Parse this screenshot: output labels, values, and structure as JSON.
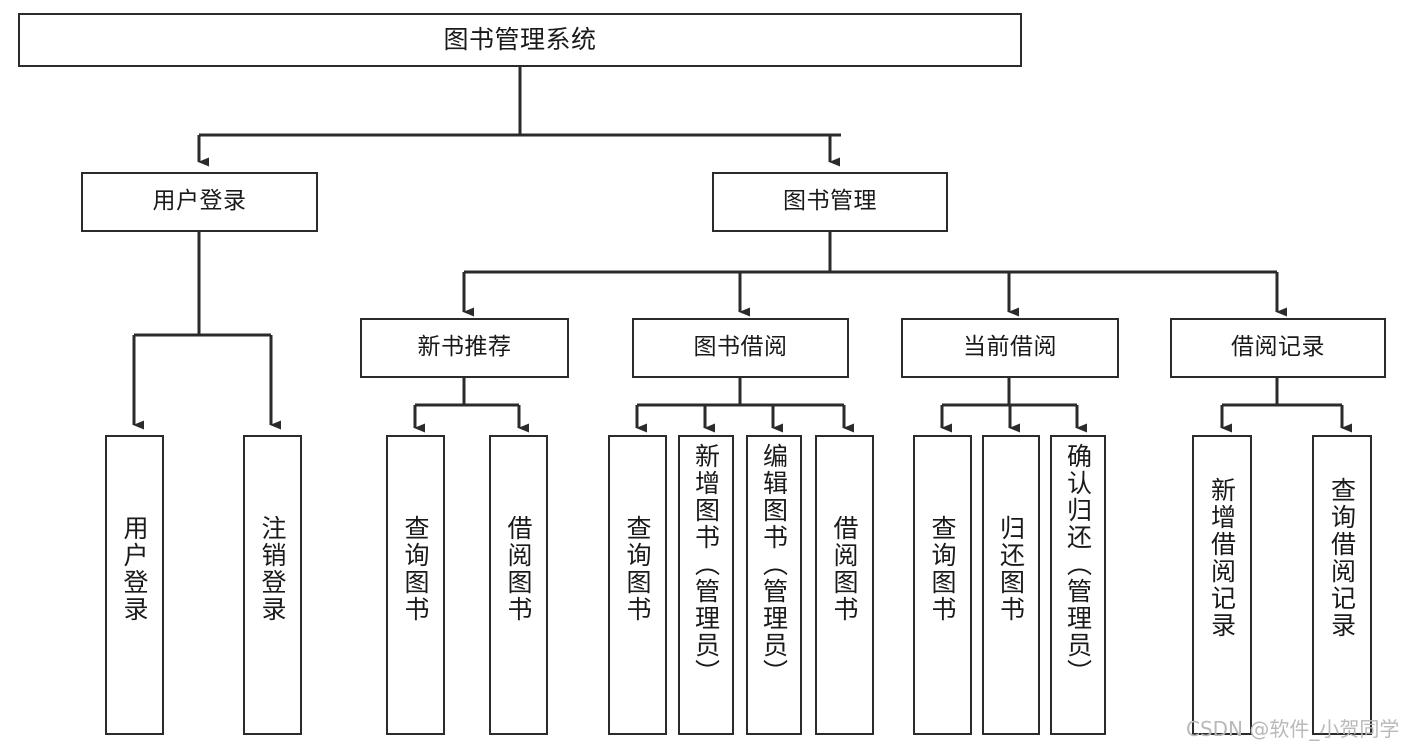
{
  "diagram": {
    "type": "tree-hierarchy-flowchart",
    "orientation": "top-down",
    "title": "图书管理系统",
    "watermark": "CSDN @软件_小贺同学",
    "colors": {
      "background": "#ffffff",
      "box_border": "#2b2b2b",
      "box_fill": "#ffffff",
      "connector": "#2b2b2b",
      "text": "#1a1a1a",
      "watermark": "#b9b9b9"
    },
    "levels": {
      "root": {
        "id": "root",
        "label": "图书管理系统",
        "text_direction": "horizontal"
      },
      "level1": [
        {
          "id": "user-login",
          "label": "用户登录",
          "text_direction": "horizontal"
        },
        {
          "id": "book-management",
          "label": "图书管理",
          "text_direction": "horizontal"
        }
      ],
      "level2": [
        {
          "id": "new-book-recommend",
          "label": "新书推荐",
          "parent": "book-management",
          "text_direction": "horizontal"
        },
        {
          "id": "book-borrow",
          "label": "图书借阅",
          "parent": "book-management",
          "text_direction": "horizontal"
        },
        {
          "id": "current-borrow",
          "label": "当前借阅",
          "parent": "book-management",
          "text_direction": "horizontal"
        },
        {
          "id": "borrow-record",
          "label": "借阅记录",
          "parent": "book-management",
          "text_direction": "horizontal"
        }
      ],
      "leaves": [
        {
          "id": "leaf-user-login",
          "label": "用户登录",
          "parent": "user-login",
          "text_direction": "vertical"
        },
        {
          "id": "leaf-logout",
          "label": "注销登录",
          "parent": "user-login",
          "text_direction": "vertical"
        },
        {
          "id": "leaf-query-book-1",
          "label": "查询图书",
          "parent": "new-book-recommend",
          "text_direction": "vertical"
        },
        {
          "id": "leaf-borrow-book-1",
          "label": "借阅图书",
          "parent": "new-book-recommend",
          "text_direction": "vertical"
        },
        {
          "id": "leaf-query-book-2",
          "label": "查询图书",
          "parent": "book-borrow",
          "text_direction": "vertical"
        },
        {
          "id": "leaf-add-book",
          "label": "新增图书（管理员）",
          "parent": "book-borrow",
          "text_direction": "vertical"
        },
        {
          "id": "leaf-edit-book",
          "label": "编辑图书（管理员）",
          "parent": "book-borrow",
          "text_direction": "vertical"
        },
        {
          "id": "leaf-borrow-book-2",
          "label": "借阅图书",
          "parent": "book-borrow",
          "text_direction": "vertical"
        },
        {
          "id": "leaf-query-book-3",
          "label": "查询图书",
          "parent": "current-borrow",
          "text_direction": "vertical"
        },
        {
          "id": "leaf-return-book",
          "label": "归还图书",
          "parent": "current-borrow",
          "text_direction": "vertical"
        },
        {
          "id": "leaf-confirm-return",
          "label": "确认归还（管理员）",
          "parent": "current-borrow",
          "text_direction": "vertical"
        },
        {
          "id": "leaf-add-record",
          "label": "新增借阅记录",
          "parent": "borrow-record",
          "text_direction": "vertical"
        },
        {
          "id": "leaf-query-record",
          "label": "查询借阅记录",
          "parent": "borrow-record",
          "text_direction": "vertical"
        }
      ]
    }
  }
}
